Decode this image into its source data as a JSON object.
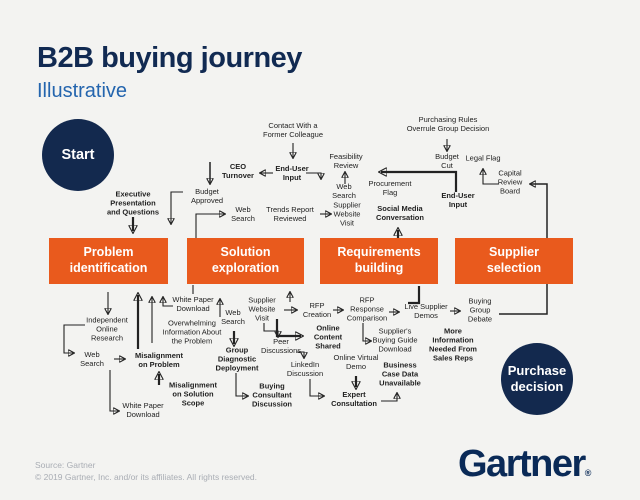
{
  "colors": {
    "background": "#F3F3F1",
    "navy": "#13294E",
    "orange": "#E95A1D",
    "subtitle_blue": "#2465AE",
    "label_text": "#1F1F1F",
    "footer_gray": "#A9ADB4"
  },
  "header": {
    "title": "B2B buying journey",
    "subtitle": "Illustrative"
  },
  "start": {
    "label": "Start"
  },
  "end": {
    "label": "Purchase\ndecision"
  },
  "stages": [
    {
      "label": "Problem\nidentification"
    },
    {
      "label": "Solution\nexploration"
    },
    {
      "label": "Requirements\nbuilding"
    },
    {
      "label": "Supplier\nselection"
    }
  ],
  "nodes": [
    {
      "label": "Contact With a\nFormer Colleague",
      "bold": false
    },
    {
      "label": "End-User\nInput",
      "bold": true
    },
    {
      "label": "CEO\nTurnover",
      "bold": true
    },
    {
      "label": "Budget\nApproved",
      "bold": false
    },
    {
      "label": "Web\nSearch",
      "bold": false
    },
    {
      "label": "Trends Report\nReviewed",
      "bold": false
    },
    {
      "label": "Supplier\nWebsite\nVisit",
      "bold": false
    },
    {
      "label": "Web\nSearch",
      "bold": false
    },
    {
      "label": "Feasibility\nReview",
      "bold": false
    },
    {
      "label": "Procurement\nFlag",
      "bold": false
    },
    {
      "label": "Social Media\nConversation",
      "bold": true
    },
    {
      "label": "End-User\nInput",
      "bold": true
    },
    {
      "label": "Budget\nCut",
      "bold": false
    },
    {
      "label": "Purchasing Rules\nOverrule Group Decision",
      "bold": false
    },
    {
      "label": "Legal Flag",
      "bold": false
    },
    {
      "label": "Capital\nReview\nBoard",
      "bold": false
    },
    {
      "label": "Executive\nPresentation\nand Questions",
      "bold": true
    },
    {
      "label": "Independent\nOnline\nResearch",
      "bold": false
    },
    {
      "label": "Web\nSearch",
      "bold": false
    },
    {
      "label": "White Paper\nDownload",
      "bold": false
    },
    {
      "label": "Overwhelming\nInformation About\nthe Problem",
      "bold": false
    },
    {
      "label": "Misalignment\non Problem",
      "bold": true
    },
    {
      "label": "Misalignment\non Solution\nScope",
      "bold": true
    },
    {
      "label": "White Paper\nDownload",
      "bold": false
    },
    {
      "label": "Web\nSearch",
      "bold": false
    },
    {
      "label": "Supplier\nWebsite\nVisit",
      "bold": false
    },
    {
      "label": "Group\nDiagnostic\nDeployment",
      "bold": true
    },
    {
      "label": "Peer\nDiscussions",
      "bold": false
    },
    {
      "label": "LinkedIn\nDiscussion",
      "bold": false
    },
    {
      "label": "Buying\nConsultant\nDiscussion",
      "bold": true
    },
    {
      "label": "RFP\nCreation",
      "bold": false
    },
    {
      "label": "Online\nContent\nShared",
      "bold": true
    },
    {
      "label": "Online Virtual\nDemo",
      "bold": false
    },
    {
      "label": "Expert\nConsultation",
      "bold": true
    },
    {
      "label": "RFP\nResponse\nComparison",
      "bold": false
    },
    {
      "label": "Supplier's\nBuying Guide\nDownload",
      "bold": false
    },
    {
      "label": "Business\nCase Data\nUnavailable",
      "bold": true
    },
    {
      "label": "Live Supplier\nDemos",
      "bold": false
    },
    {
      "label": "Buying\nGroup\nDebate",
      "bold": false
    },
    {
      "label": "More\nInformation\nNeeded From\nSales Reps",
      "bold": true
    }
  ],
  "footer": {
    "source": "Source: Gartner\n© 2019 Gartner, Inc. and/or its affiliates. All rights reserved.",
    "logo": "Gartner",
    "registered": "®"
  }
}
